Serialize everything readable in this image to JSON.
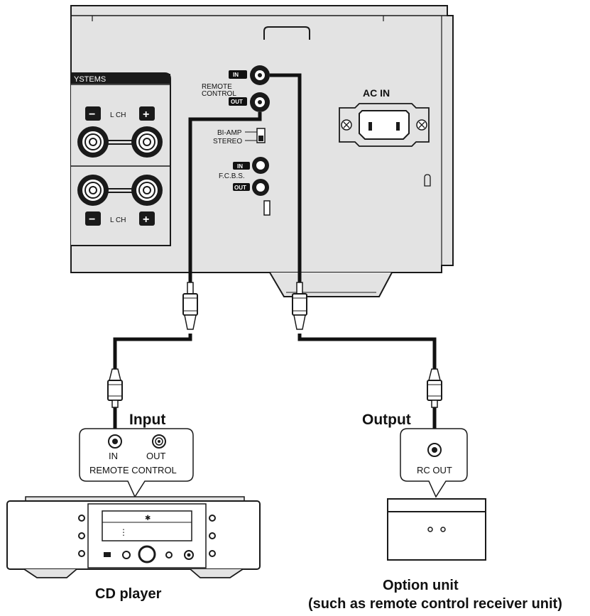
{
  "rear_panel": {
    "speaker_systems_label": "YSTEMS",
    "lch_upper_label": "L CH",
    "lch_lower_label": "L CH",
    "minus_label": "−",
    "plus_label": "+",
    "remote_control_line1": "REMOTE",
    "remote_control_line2": "CONTROL",
    "in_badge": "IN",
    "out_badge": "OUT",
    "bi_amp_label": "BI-AMP",
    "stereo_label": "STEREO",
    "fcbs_label": "F.C.B.S.",
    "fcbs_in_badge": "IN",
    "fcbs_out_badge": "OUT",
    "ac_in_label": "AC IN"
  },
  "cd_player": {
    "direction_label": "Input",
    "jack_in_label": "IN",
    "jack_out_label": "OUT",
    "panel_label": "REMOTE CONTROL",
    "caption": "CD player"
  },
  "option_unit": {
    "direction_label": "Output",
    "jack_label": "RC OUT",
    "caption_line1": "Option unit",
    "caption_line2": "(such as remote control receiver unit)"
  },
  "colors": {
    "panel_fill": "#e3e3e3",
    "line": "#1a1a1a",
    "cable": "#111111",
    "badge": "#111111"
  }
}
